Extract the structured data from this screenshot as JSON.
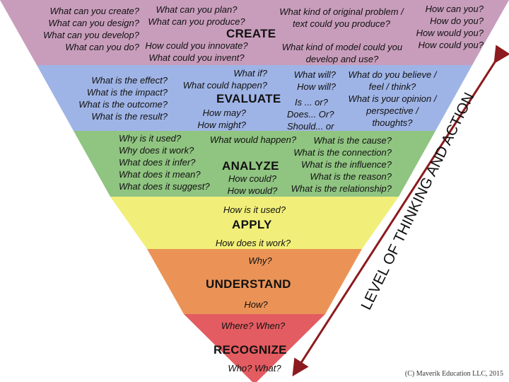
{
  "colors": {
    "create": "#c89dbb",
    "evaluate": "#9fb4e6",
    "analyze": "#90c481",
    "apply": "#f1ef79",
    "understand": "#eb9356",
    "recognize": "#e35c61",
    "arrow": "#8c1a1e"
  },
  "levels": {
    "create": {
      "title": "CREATE",
      "q1": [
        "What can you create?",
        "What can you design?",
        "What can you develop?",
        "What can you do?"
      ],
      "q2": [
        "What can you plan?",
        "What can you produce?"
      ],
      "q3": [
        "How could you innovate?",
        "What could you invent?"
      ],
      "q4": [
        "What kind of original problem /",
        "text could you produce?"
      ],
      "q5": [
        "What kind of model could you",
        "develop and use?"
      ],
      "q6": [
        "How can you?",
        "How do you?",
        "How would you?",
        "How could you?"
      ]
    },
    "evaluate": {
      "title": "EVALUATE",
      "q1": [
        "What is the effect?",
        "What is the impact?",
        "What is the outcome?",
        "What is the result?"
      ],
      "q2": [
        "What if?",
        "What could happen?"
      ],
      "q3": [
        "How may?",
        "How might?"
      ],
      "q4": [
        "What will?",
        "How will?"
      ],
      "q5": [
        "Is ... or?",
        "Does... Or?",
        "Should... or"
      ],
      "q6": [
        "What do you believe /",
        "feel / think?",
        "What is your opinion /",
        "perspective /",
        "thoughts?"
      ]
    },
    "analyze": {
      "title": "ANALYZE",
      "q1": [
        "Why is it used?",
        "Why does it work?",
        "What does it infer?",
        "What does it mean?",
        "What does it suggest?"
      ],
      "q2": [
        "What would happen?"
      ],
      "q3": [
        "How could?",
        "How would?"
      ],
      "q4": [
        "What is the cause?",
        "What is the connection?",
        "What is the influence?",
        "What is the reason?",
        "What is the relationship?"
      ]
    },
    "apply": {
      "title": "APPLY",
      "q1": "How is it used?",
      "q2": "How does it work?"
    },
    "understand": {
      "title": "UNDERSTAND",
      "q1": "Why?",
      "q2": "How?"
    },
    "recognize": {
      "title": "RECOGNIZE",
      "q1": "Where?  When?",
      "q2": "Who? What?"
    }
  },
  "arrow_label": "LEVEL OF THINKING AND ACTION",
  "copyright": "(C) Maverik Education LLC, 2015"
}
